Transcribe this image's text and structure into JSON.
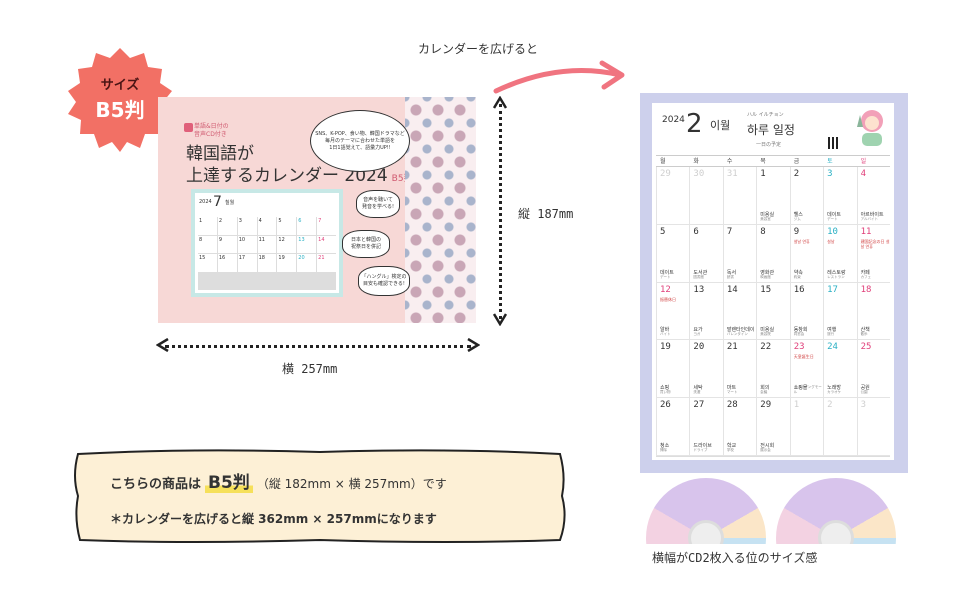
{
  "badge": {
    "line1": "サイズ",
    "line2": "B5判",
    "color": "#f27065"
  },
  "closed_calendar": {
    "brand_line1": "単語&日付の",
    "brand_line2": "音声CD付き",
    "title_line1": "韓国語が",
    "title_line2": "上達するカレンダー 2024",
    "title_size": "B5判",
    "bubble_top": "SNS、K-POP、食い物、韓国ドラマなど\n毎月のテーマに合わせた単語を\n1日1語覚えて、語彙力UP!!",
    "bubble_mid1": "音声を聴いて\n発音を学べる!",
    "bubble_mid2": "日本と韓国の\n祝祭日を併記",
    "bubble_bot": "「ハングル」検定の\n目安も確認できる!",
    "mini_year": "2024",
    "mini_month": "7",
    "mini_month_ko": "칠월",
    "mini_days": [
      "1",
      "2",
      "3",
      "4",
      "5",
      "6",
      "7",
      "8",
      "9",
      "10",
      "11",
      "12",
      "13",
      "14",
      "15",
      "16",
      "17",
      "18",
      "19",
      "20",
      "21"
    ]
  },
  "dims": {
    "width_label": "横  257mm",
    "height_label": "縦  187mm"
  },
  "spread_label": "カレンダーを広げると",
  "info": {
    "prefix": "こちらの商品は",
    "size": "B5判",
    "detail": "（縦 182mm × 横 257mm）です",
    "note": "＊カレンダーを広げると縦 362mm × 257mmになります"
  },
  "open_calendar": {
    "year": "2024",
    "month": "2",
    "month_ko": "이월",
    "title_small": "ハル イルチョン",
    "title": "하루 일정",
    "subtitle": "一日の予定",
    "weekdays": [
      "월",
      "화",
      "수",
      "목",
      "금",
      "토",
      "일"
    ],
    "cells": [
      {
        "d": "29",
        "dim": true
      },
      {
        "d": "30",
        "dim": true
      },
      {
        "d": "31",
        "dim": true
      },
      {
        "d": "1",
        "w": "미용실",
        "r": "美容室"
      },
      {
        "d": "2",
        "w": "헬스",
        "r": "ジム"
      },
      {
        "d": "3",
        "w": "데이트",
        "r": "デート",
        "type": "sat"
      },
      {
        "d": "4",
        "w": "아르바이트",
        "r": "アルバイト",
        "type": "sun"
      },
      {
        "d": "5",
        "w": "데이트",
        "r": "デート"
      },
      {
        "d": "6",
        "w": "도서관",
        "r": "図書館"
      },
      {
        "d": "7",
        "w": "독서",
        "r": "読書"
      },
      {
        "d": "8",
        "w": "영화관",
        "r": "映画館"
      },
      {
        "d": "9",
        "w": "약속",
        "r": "約束",
        "n": "설날 연휴"
      },
      {
        "d": "10",
        "w": "레스토랑",
        "r": "レストラン",
        "type": "sat",
        "n": "설날"
      },
      {
        "d": "11",
        "w": "카페",
        "r": "カフェ",
        "type": "sun",
        "n": "建国記念の日 설날 연휴"
      },
      {
        "d": "12",
        "w": "알바",
        "r": "バイト",
        "type": "sun",
        "n": "振替休日"
      },
      {
        "d": "13",
        "w": "요가",
        "r": "ヨガ"
      },
      {
        "d": "14",
        "w": "발렌타인데이",
        "r": "バレンタイン"
      },
      {
        "d": "15",
        "w": "미용실",
        "r": "美容院"
      },
      {
        "d": "16",
        "w": "동창회",
        "r": "同窓会"
      },
      {
        "d": "17",
        "w": "여행",
        "r": "旅行",
        "type": "sat"
      },
      {
        "d": "18",
        "w": "산책",
        "r": "散歩",
        "type": "sun"
      },
      {
        "d": "19",
        "w": "쇼핑",
        "r": "買い物"
      },
      {
        "d": "20",
        "w": "세탁",
        "r": "洗濯"
      },
      {
        "d": "21",
        "w": "마트",
        "r": "マート"
      },
      {
        "d": "22",
        "w": "회의",
        "r": "会議"
      },
      {
        "d": "23",
        "w": "쇼핑몰",
        "r": "ショッピングモール",
        "type": "sun",
        "n": "天皇誕生日"
      },
      {
        "d": "24",
        "w": "노래방",
        "r": "カラオケ",
        "type": "sat"
      },
      {
        "d": "25",
        "w": "공원",
        "r": "公園",
        "type": "sun"
      },
      {
        "d": "26",
        "w": "청소",
        "r": "掃除"
      },
      {
        "d": "27",
        "w": "드라이브",
        "r": "ドライブ"
      },
      {
        "d": "28",
        "w": "학교",
        "r": "学校"
      },
      {
        "d": "29",
        "w": "전시회",
        "r": "展示会"
      },
      {
        "d": "1",
        "dim": true
      },
      {
        "d": "2",
        "dim": true
      },
      {
        "d": "3",
        "dim": true
      }
    ]
  },
  "caption": "横幅がCD2枚入る位のサイズ感",
  "colors": {
    "pink_cover": "#f7d8d6",
    "lavender": "#cdd0ec",
    "sat": "#2ab0c4",
    "sun": "#e0407a",
    "arrow": "#f07480"
  }
}
